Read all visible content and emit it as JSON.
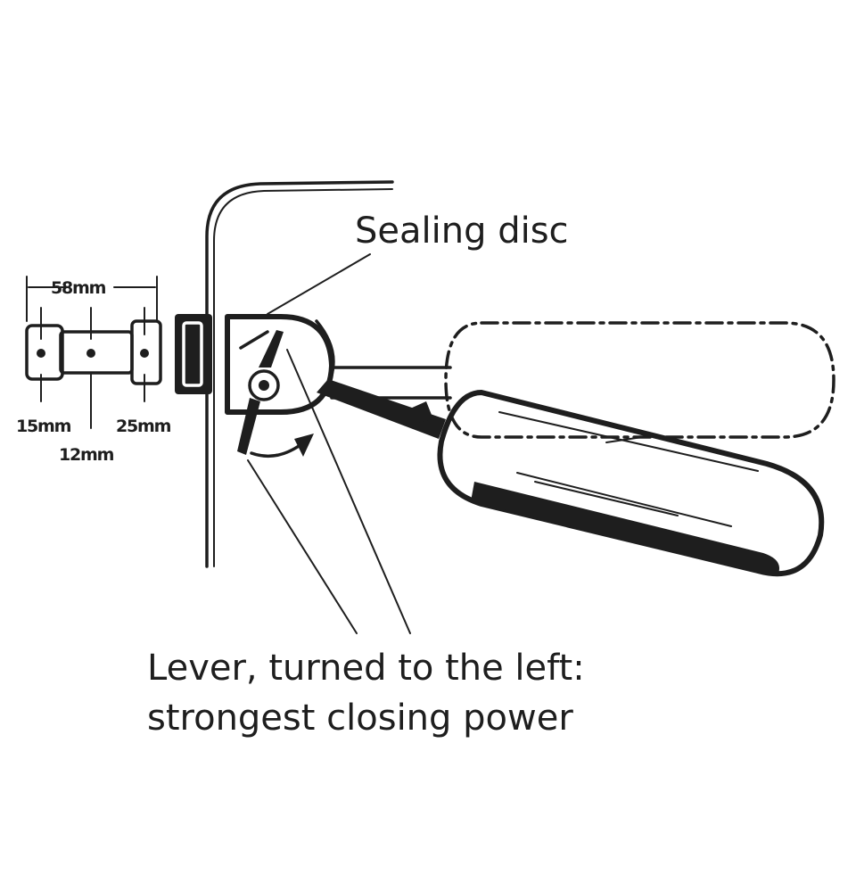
{
  "labels": {
    "sealing_disc": "Sealing disc",
    "lever_line1": "Lever, turned to the left:",
    "lever_line2": "strongest closing power"
  },
  "dimensions": {
    "overall_length": "58mm",
    "left_hole": "15mm",
    "right_hole": "25mm",
    "middle_hole": "12mm"
  },
  "colors": {
    "ink": "#1e1e1e",
    "background": "#ffffff"
  }
}
